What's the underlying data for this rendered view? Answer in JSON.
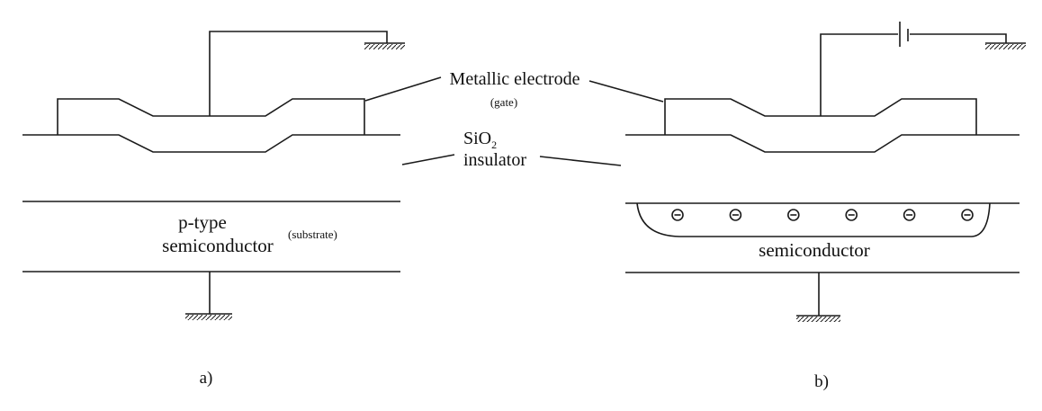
{
  "labels": {
    "gate_main": "Metallic electrode",
    "gate_sub": "(gate)",
    "insulator_top": "SiO",
    "insulator_subscript": "2",
    "insulator_bottom": "insulator",
    "substrate_a_line1": "p-type",
    "substrate_a_line2": "semiconductor",
    "substrate_a_note": "(substrate)",
    "substrate_b": "semiconductor",
    "panel_a": "a)",
    "panel_b": "b)"
  },
  "electron_symbol": "minus-in-circle",
  "electron_count": 6,
  "colors": {
    "ink": "#1a1a1a",
    "background": "#ffffff"
  }
}
